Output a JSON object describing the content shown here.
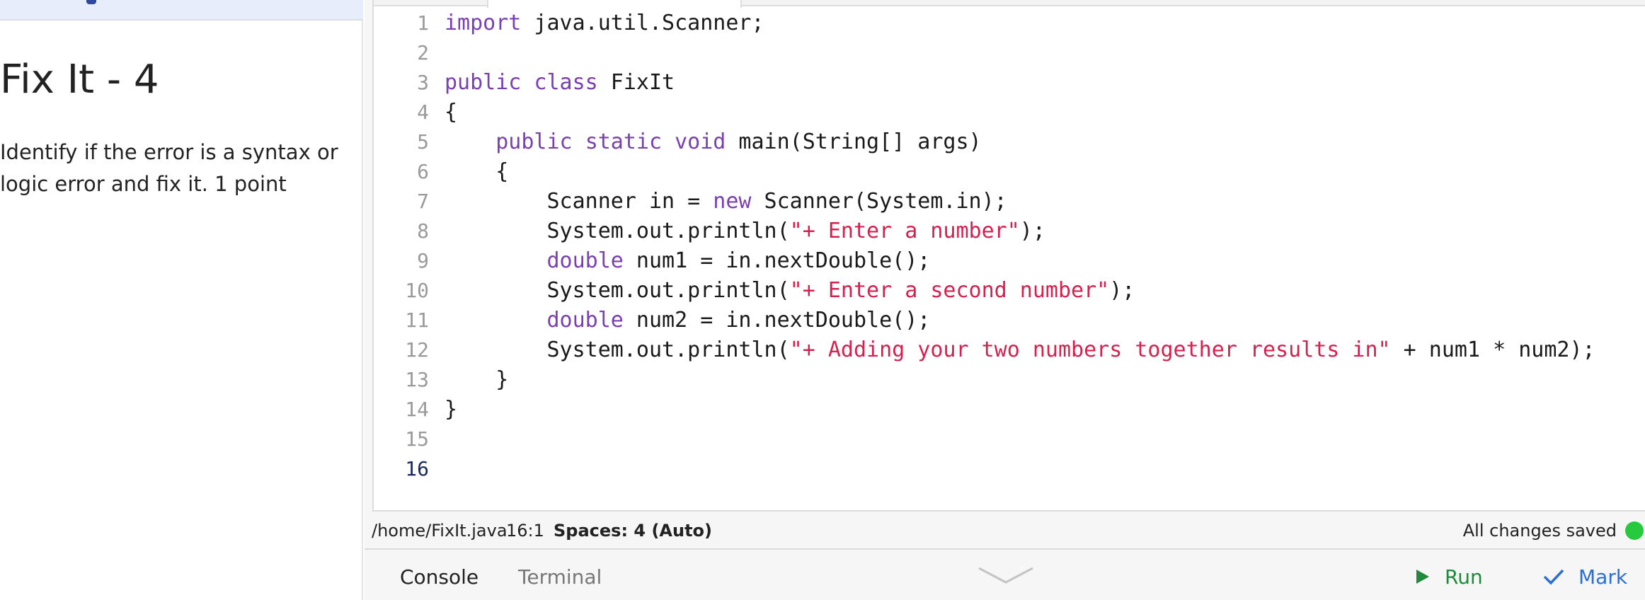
{
  "lesson": {
    "title": "Fix It - 4",
    "description": "Identify if the error is a syntax or logic error and fix it. 1 point"
  },
  "editor": {
    "current_line": 16,
    "lines": [
      [
        {
          "t": "import",
          "c": "kw"
        },
        {
          "t": " java.util.Scanner;"
        }
      ],
      [],
      [
        {
          "t": "public",
          "c": "kw"
        },
        {
          "t": " "
        },
        {
          "t": "class",
          "c": "kw"
        },
        {
          "t": " FixIt"
        }
      ],
      [
        {
          "t": "{"
        }
      ],
      [
        {
          "t": "    "
        },
        {
          "t": "public",
          "c": "kw"
        },
        {
          "t": " "
        },
        {
          "t": "static",
          "c": "kw"
        },
        {
          "t": " "
        },
        {
          "t": "void",
          "c": "kw"
        },
        {
          "t": " main(String[] args)"
        }
      ],
      [
        {
          "t": "    {"
        }
      ],
      [
        {
          "t": "        Scanner in = "
        },
        {
          "t": "new",
          "c": "kw"
        },
        {
          "t": " Scanner(System.in);"
        }
      ],
      [
        {
          "t": "        System.out.println("
        },
        {
          "t": "\"+ Enter a number\"",
          "c": "str"
        },
        {
          "t": ");"
        }
      ],
      [
        {
          "t": "        "
        },
        {
          "t": "double",
          "c": "kw"
        },
        {
          "t": " num1 = in.nextDouble();"
        }
      ],
      [
        {
          "t": "        System.out.println("
        },
        {
          "t": "\"+ Enter a second number\"",
          "c": "str"
        },
        {
          "t": ");"
        }
      ],
      [
        {
          "t": "        "
        },
        {
          "t": "double",
          "c": "kw"
        },
        {
          "t": " num2 = in.nextDouble();"
        }
      ],
      [
        {
          "t": "        System.out.println("
        },
        {
          "t": "\"+ Adding your two numbers together results in\"",
          "c": "str"
        },
        {
          "t": " + num1 * num2);"
        }
      ],
      [
        {
          "t": "    }"
        }
      ],
      [
        {
          "t": "}"
        }
      ],
      [],
      []
    ]
  },
  "status": {
    "path": "/home/FixIt.java",
    "cursor": "16:1",
    "indent": "Spaces: 4 (Auto)",
    "saved": "All changes saved",
    "saved_color": "#27c93f"
  },
  "bottom": {
    "console_tab": "Console",
    "terminal_tab": "Terminal",
    "run_label": "Run",
    "mark_label": "Mark",
    "run_icon": "play-icon",
    "mark_icon": "check-icon",
    "run_color": "#1f8a3c",
    "mark_color": "#2b6fd6"
  }
}
